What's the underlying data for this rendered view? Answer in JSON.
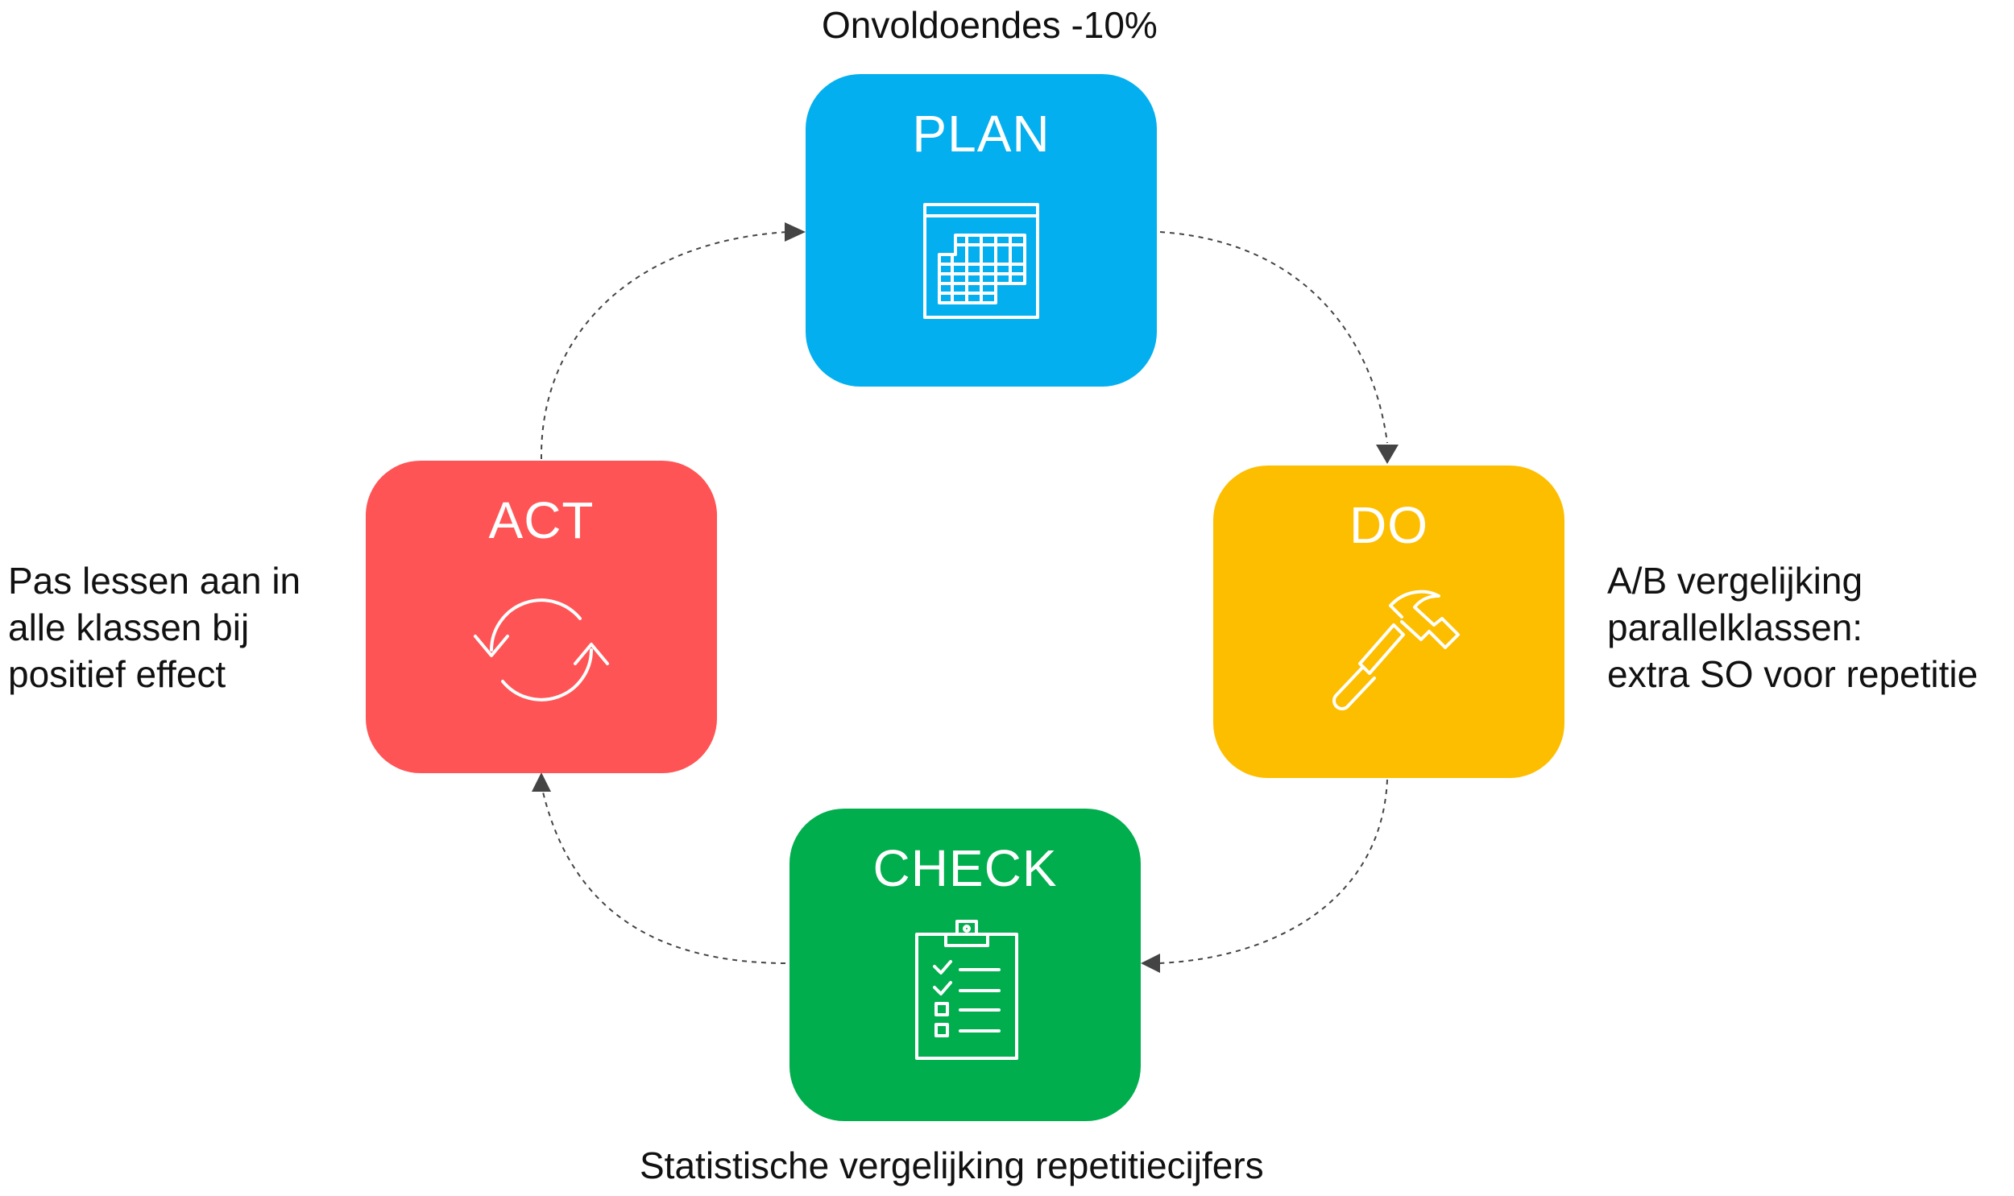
{
  "diagram": {
    "steps": {
      "plan": {
        "title": "PLAN",
        "color": "#03AFEF",
        "icon": "calendar-icon"
      },
      "do": {
        "title": "DO",
        "color": "#FDBE00",
        "icon": "hammer-icon"
      },
      "check": {
        "title": "CHECK",
        "color": "#00AE4D",
        "icon": "clipboard-checklist-icon"
      },
      "act": {
        "title": "ACT",
        "color": "#FF5455",
        "icon": "refresh-cycle-icon"
      }
    },
    "annotations": {
      "plan": {
        "lines": [
          "Onvoldoendes -10%"
        ]
      },
      "do": {
        "lines": [
          "A/B vergelijking",
          "parallelklassen:",
          "extra SO voor repetitie"
        ]
      },
      "check": {
        "lines": [
          "Statistische vergelijking repetitiecijfers"
        ]
      },
      "act": {
        "lines": [
          "Pas lessen aan in",
          "alle klassen bij",
          "positief effect"
        ]
      }
    },
    "connector_color": "#444444"
  }
}
